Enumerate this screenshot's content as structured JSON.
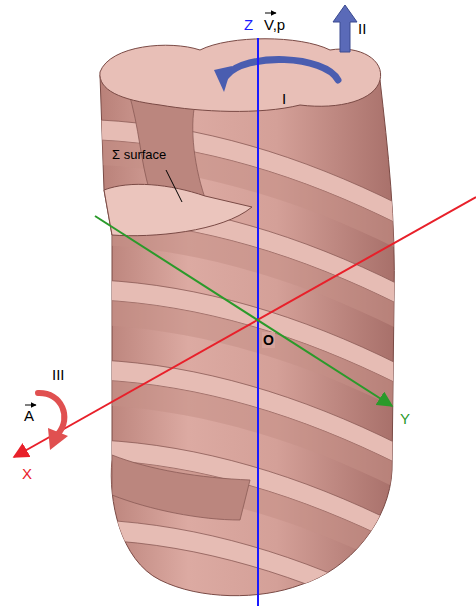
{
  "diagram": {
    "labels": [
      "Z",
      "V,p",
      "II",
      "I",
      "Σ surface",
      "O",
      "III",
      "A",
      "X",
      "Y"
    ]
  }
}
